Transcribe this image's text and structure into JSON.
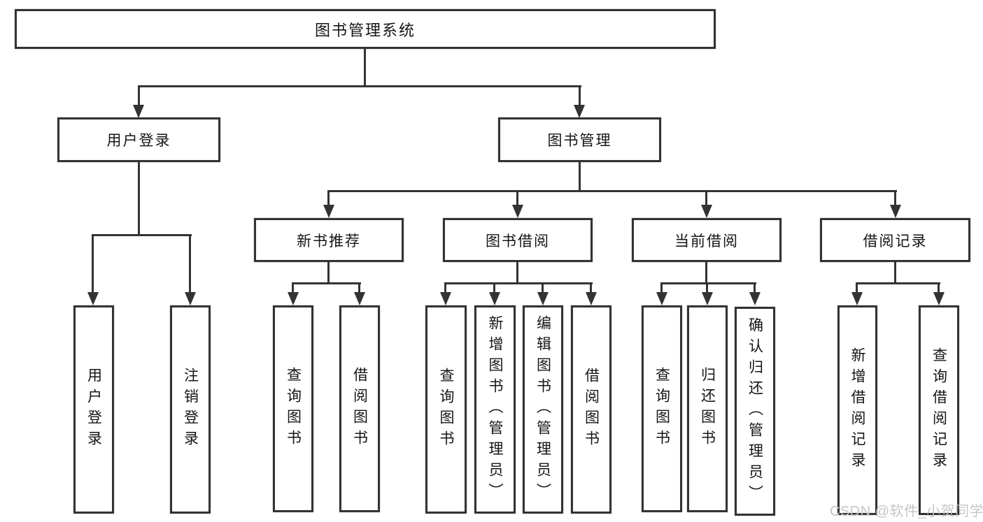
{
  "diagram": {
    "title": "图书管理系统",
    "colors": {
      "line": "#333333",
      "box_fill": "#ffffff",
      "text": "#151515"
    },
    "branches": {
      "user_login": {
        "label": "用户登录",
        "children": [
          {
            "label": "用户登录"
          },
          {
            "label": "注销登录"
          }
        ]
      },
      "book_management": {
        "label": "图书管理",
        "children": [
          {
            "label": "新书推荐",
            "children": [
              {
                "label": "查询图书"
              },
              {
                "label": "借阅图书"
              }
            ]
          },
          {
            "label": "图书借阅",
            "children": [
              {
                "label": "查询图书"
              },
              {
                "label": "新增图书（管理员）"
              },
              {
                "label": "编辑图书（管理员）"
              },
              {
                "label": "借阅图书"
              }
            ]
          },
          {
            "label": "当前借阅",
            "children": [
              {
                "label": "查询图书"
              },
              {
                "label": "归还图书"
              },
              {
                "label": "确认归还（管理员）"
              }
            ]
          },
          {
            "label": "借阅记录",
            "children": [
              {
                "label": "新增借阅记录"
              },
              {
                "label": "查询借阅记录"
              }
            ]
          }
        ]
      }
    }
  },
  "watermark": {
    "text": "CSDN @软件_小贺同学",
    "color": "#c6c6c6"
  }
}
